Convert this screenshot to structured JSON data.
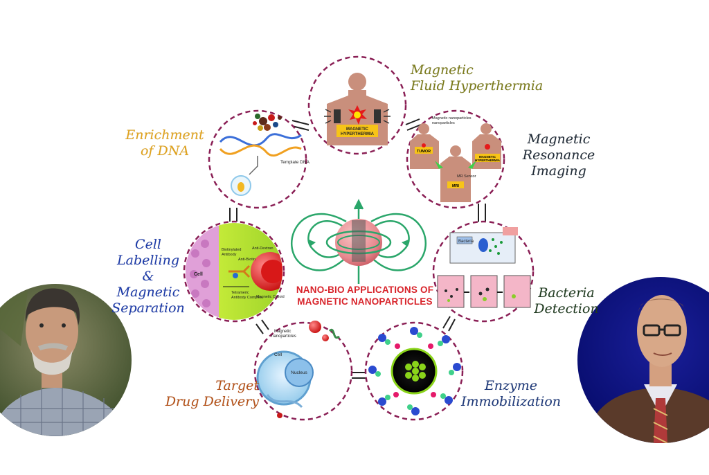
{
  "diagram": {
    "center_title": [
      "NANO-BIO APPLICATIONS OF",
      "MAGNETIC NANOPARTICLES"
    ],
    "applications": [
      {
        "id": "hyperthermia",
        "lines": [
          "Magnetic",
          "Fluid Hyperthermia"
        ],
        "color": "#7a7a1a"
      },
      {
        "id": "mri",
        "lines": [
          "Magnetic",
          "Resonance",
          "Imaging"
        ],
        "color": "#1f2a36"
      },
      {
        "id": "bacteria",
        "lines": [
          "Bacteria",
          "Detection"
        ],
        "color": "#1f3a1f"
      },
      {
        "id": "enzyme",
        "lines": [
          "Enzyme",
          "Immobilization"
        ],
        "color": "#1f3a7a"
      },
      {
        "id": "drug",
        "lines": [
          "Target",
          "Drug Delivery"
        ],
        "color": "#b5531a"
      },
      {
        "id": "cell",
        "lines": [
          "Cell",
          "Labelling",
          "&",
          "Magnetic",
          "Separation"
        ],
        "color": "#1c3aa8"
      },
      {
        "id": "dna",
        "lines": [
          "Enrichment",
          "of DNA"
        ],
        "color": "#e0a21c"
      }
    ],
    "inset_text": {
      "hyperthermia_box": "MAGNETIC HYPERTHERMIA",
      "mri_np": "Magnetic nanoparticles",
      "mri_tumor": "TUMOR",
      "mri_sensor": "MR Sensor",
      "mri_box": "MRI",
      "mri_hyper": "MAGNETIC HYPERTHERMIA",
      "dna_template": "Template DNA",
      "cell_cell": "Cell",
      "cell_biotin": "Biotinylated Antibody",
      "cell_antibiotin": "Anti-Biotin",
      "cell_antidextran": "Anti-Dextran",
      "cell_tetrameric": "Tetrameric Antibody Complex",
      "cell_colloid": "Magnetic Colloid",
      "drug_np": "Magnetic nanoparticles",
      "drug_cell": "Cell",
      "drug_nucleus": "Nucleus",
      "bacteria_label": "Bacteria"
    }
  },
  "colors": {
    "ring": "#7a1a4a",
    "field_lines": "#2aa66a",
    "center_title": "#d8232a",
    "sphere": "#e89aa0"
  }
}
